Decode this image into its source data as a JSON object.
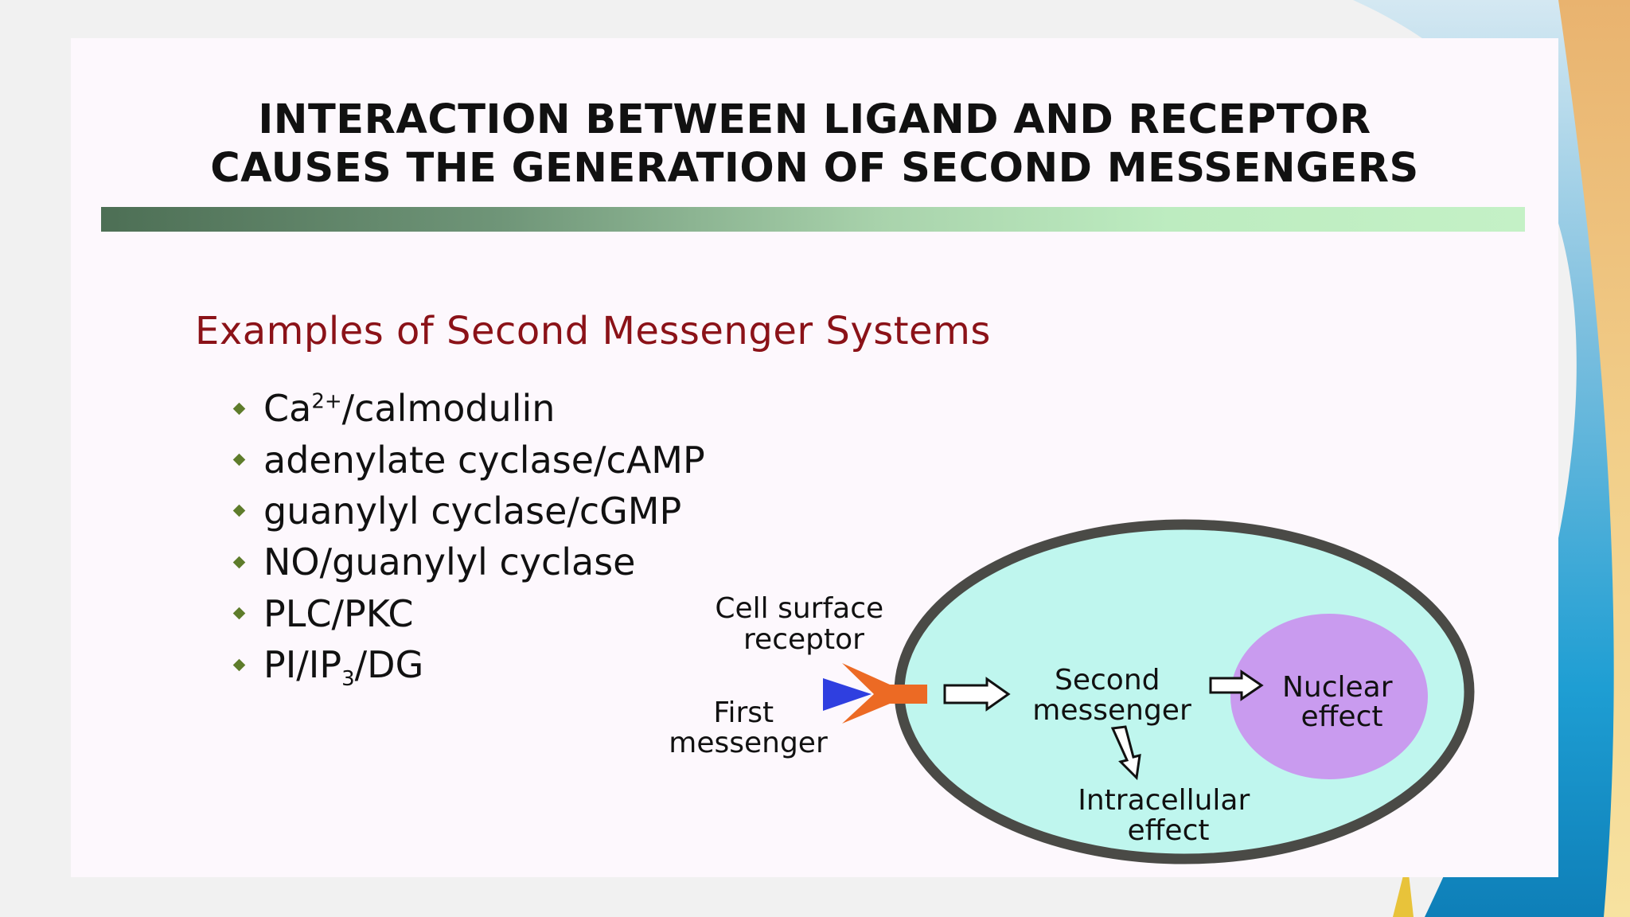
{
  "slide": {
    "title_lines": [
      "INTERACTION BETWEEN LIGAND AND RECEPTOR",
      "CAUSES THE GENERATION OF SECOND MESSENGERS"
    ],
    "subtitle": "Examples of Second Messenger Systems",
    "bullets": [
      {
        "before": "Ca",
        "sup": "2+",
        "after": "/calmodulin"
      },
      {
        "text": "adenylate cyclase/cAMP"
      },
      {
        "text": "guanylyl cyclase/cGMP"
      },
      {
        "text": "NO/guanylyl cyclase"
      },
      {
        "text": "PLC/PKC"
      },
      {
        "before": "PI/IP",
        "sub": "3",
        "after": "/DG"
      }
    ]
  },
  "diagram": {
    "cell_surface_receptor": [
      "Cell surface",
      "receptor"
    ],
    "first_messenger": [
      "First",
      "messenger"
    ],
    "second_messenger": [
      "Second",
      "messenger"
    ],
    "nuclear_effect": [
      "Nuclear",
      "effect"
    ],
    "intracellular_effect": [
      "Intracellular",
      "effect"
    ],
    "colors": {
      "cell_fill": "#bff6ee",
      "cell_border": "#4a4a46",
      "nucleus_fill": "#c99bef",
      "receptor": "#ec6a24",
      "ligand": "#2f3fe0"
    }
  },
  "theme": {
    "title_color": "#111111",
    "subtitle_color": "#8b1218",
    "bullet_color": "#5e7c2b"
  }
}
